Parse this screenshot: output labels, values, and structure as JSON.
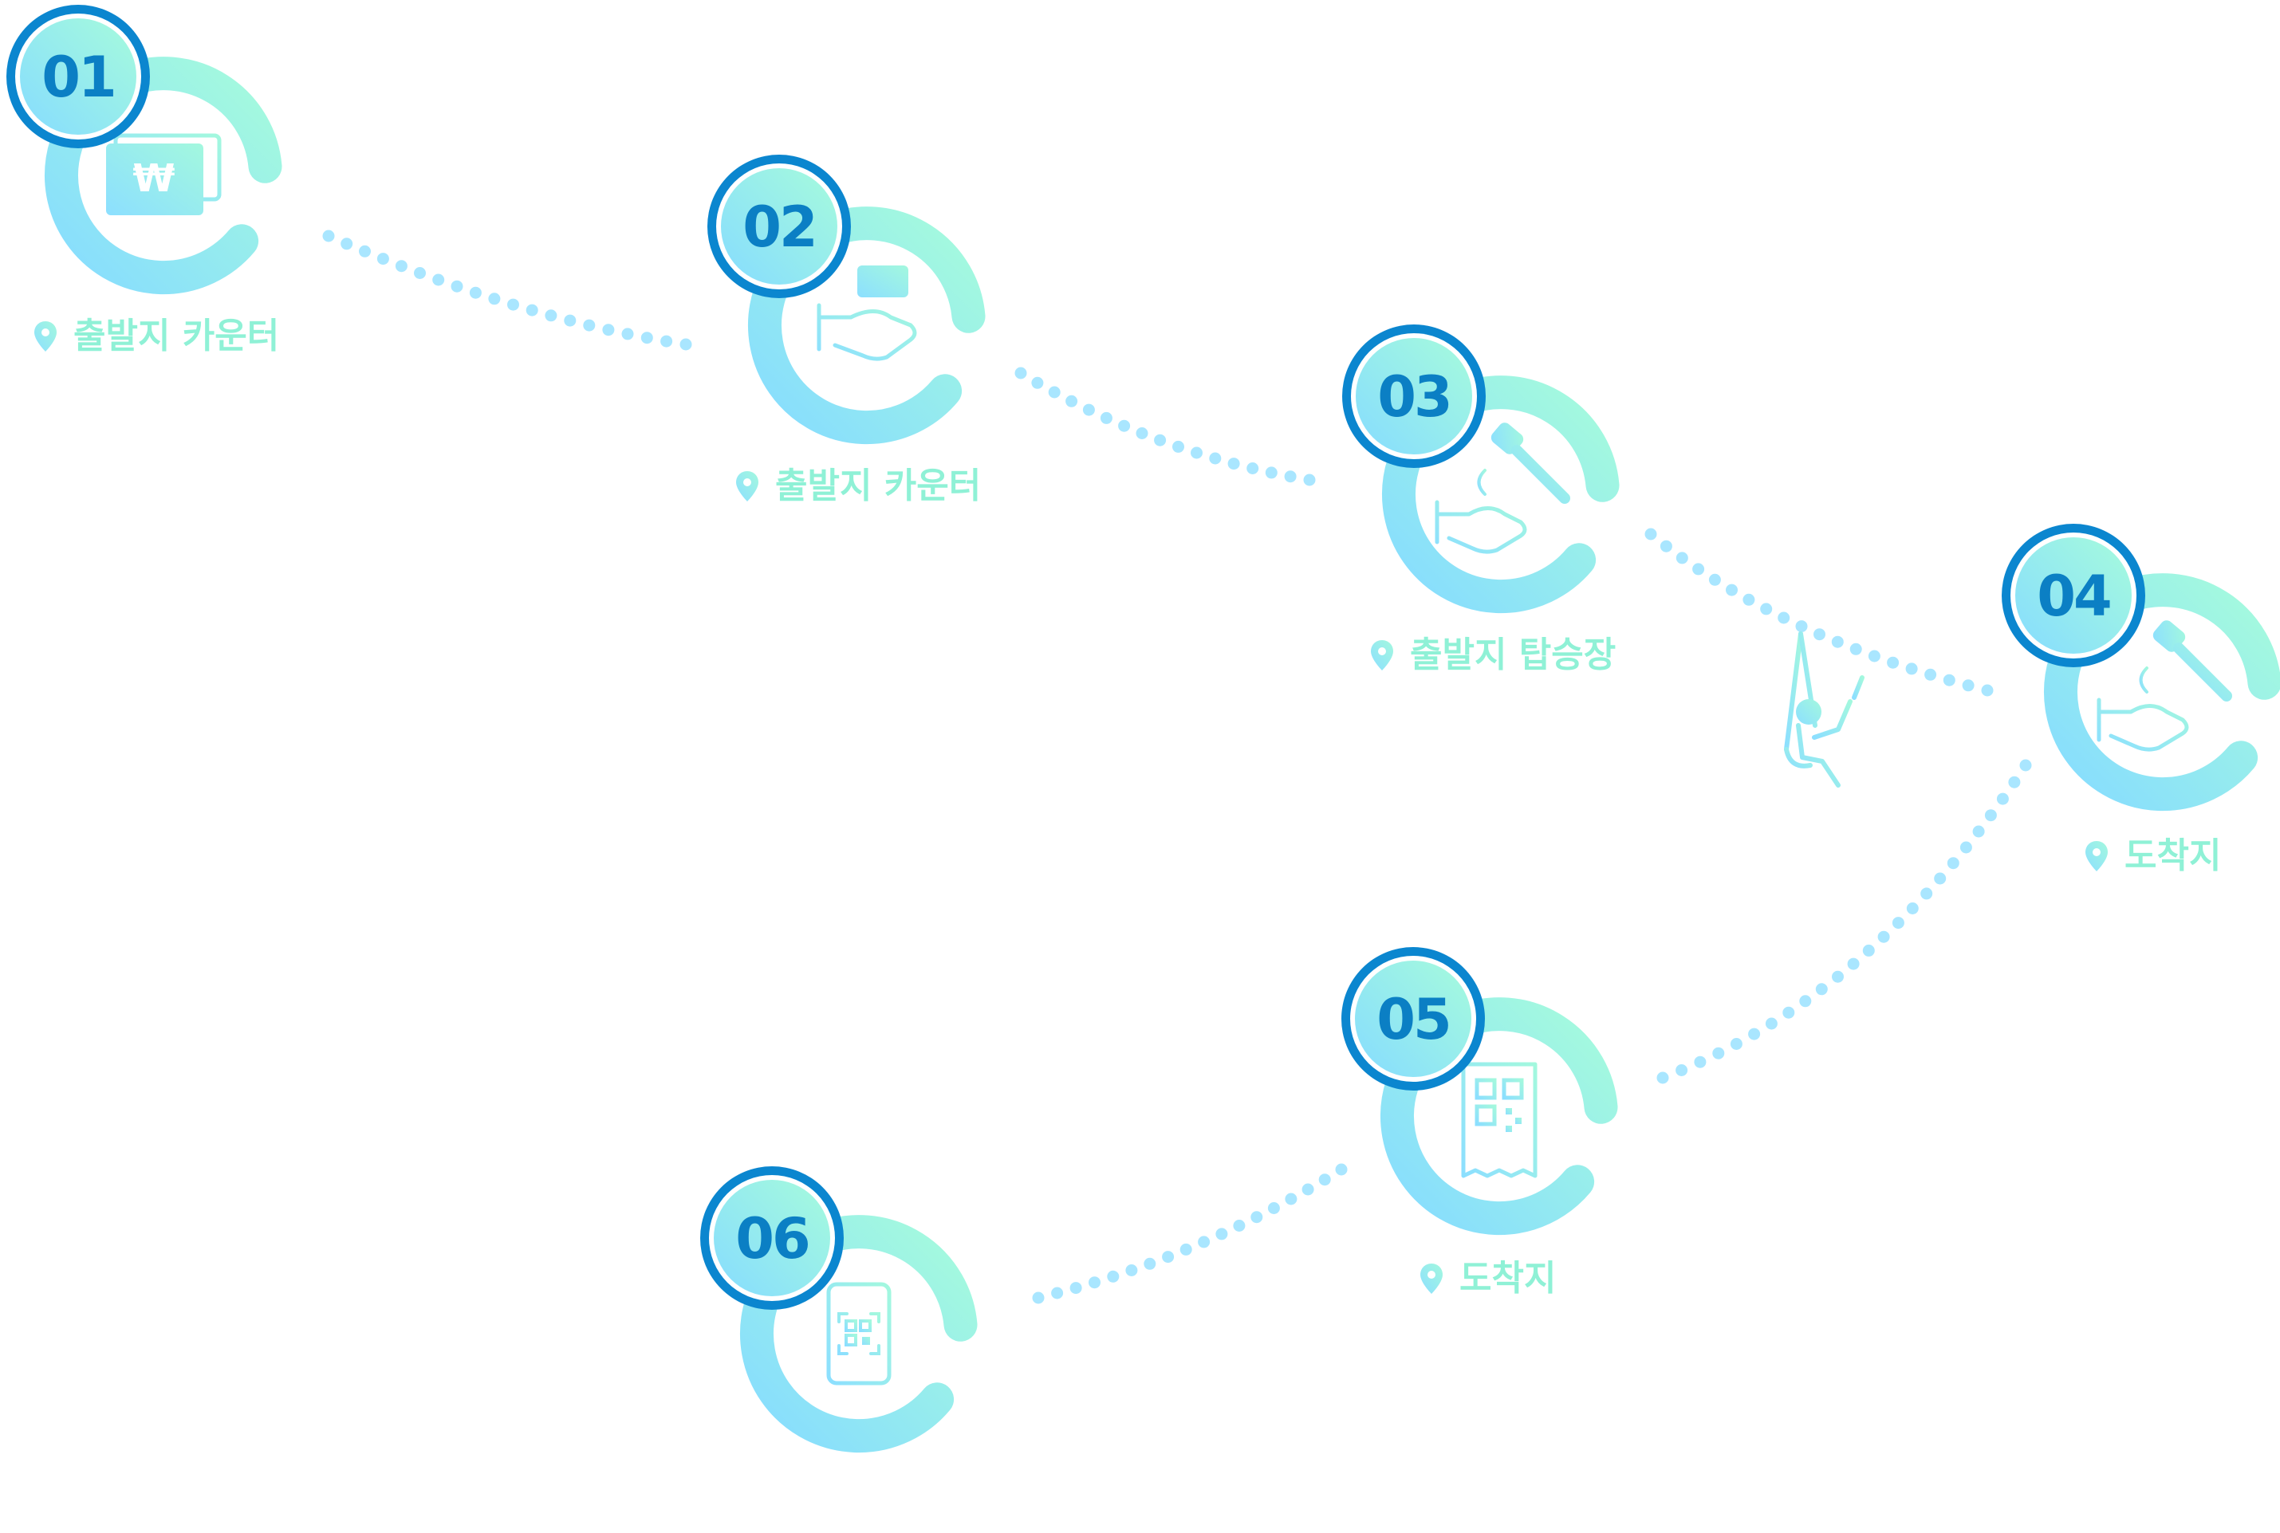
{
  "colors": {
    "ring_start": "#8ce4ff",
    "ring_end": "#a3f9de",
    "badge_border": "#0b86cf",
    "badge_text": "#0b7fc4",
    "dots": "#a9e6ff",
    "label": "#8ff1d6",
    "icon": "#94ecdf"
  },
  "steps": [
    {
      "number": "01",
      "label": "출발지 카운터",
      "icon": "won-card-icon"
    },
    {
      "number": "02",
      "label": "출발지 카운터",
      "icon": "hand-ticket-icon"
    },
    {
      "number": "03",
      "label": "출발지 탑승장",
      "icon": "hand-scanner-icon"
    },
    {
      "number": "04",
      "label": "도착지",
      "icon": "hand-scanner-icon"
    },
    {
      "number": "05",
      "label": "도착지",
      "icon": "qr-receipt-icon"
    },
    {
      "number": "06",
      "label": "",
      "icon": "phone-qr-icon"
    }
  ],
  "connector_icon": "zipline-rider-icon"
}
